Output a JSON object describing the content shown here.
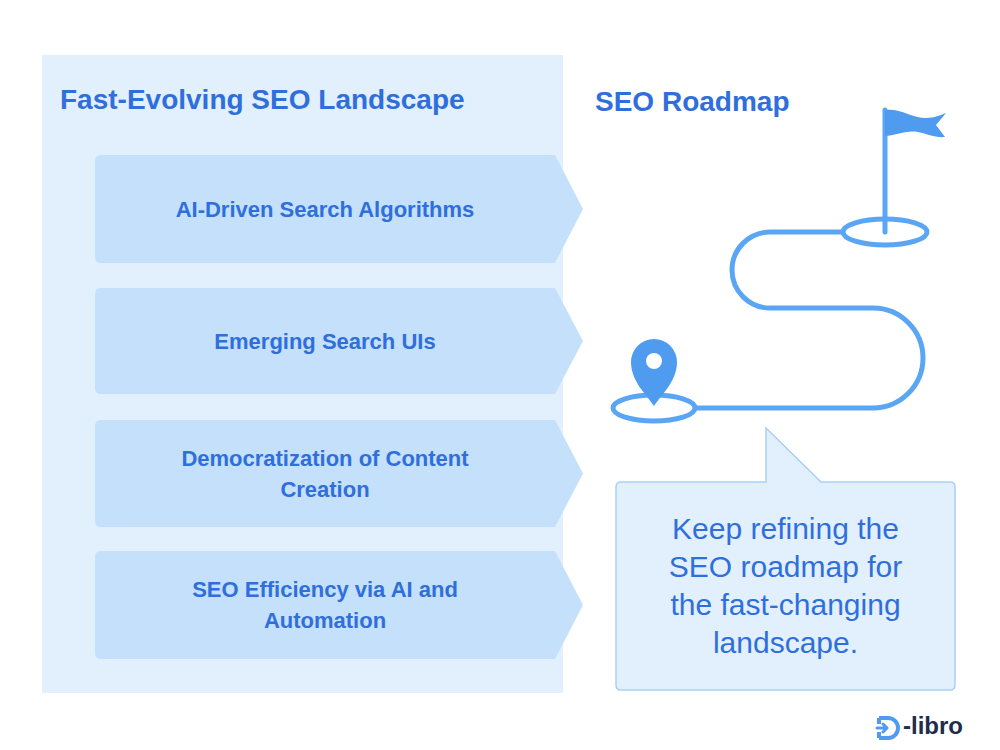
{
  "diagram": {
    "title": "Fast-Evolving SEO Landscape",
    "nodes": [
      {
        "text": [
          "Fast-Evolving SEO Landscape"
        ]
      },
      {
        "text": [
          "AI-Driven Search Algorithms"
        ],
        "in": 0
      },
      {
        "text": [
          "Emerging Search UIs"
        ],
        "in": 0
      },
      {
        "text": [
          "Democratization of Content Creation"
        ],
        "in": 0
      },
      {
        "text": [
          "SEO Efficiency via AI and Automation"
        ],
        "in": 0
      },
      {
        "text": [
          "Keep refining the SEO roadmap for the fast-changing landscape."
        ]
      }
    ],
    "labels": [
      "SEO Roadmap",
      "-libro"
    ]
  }
}
